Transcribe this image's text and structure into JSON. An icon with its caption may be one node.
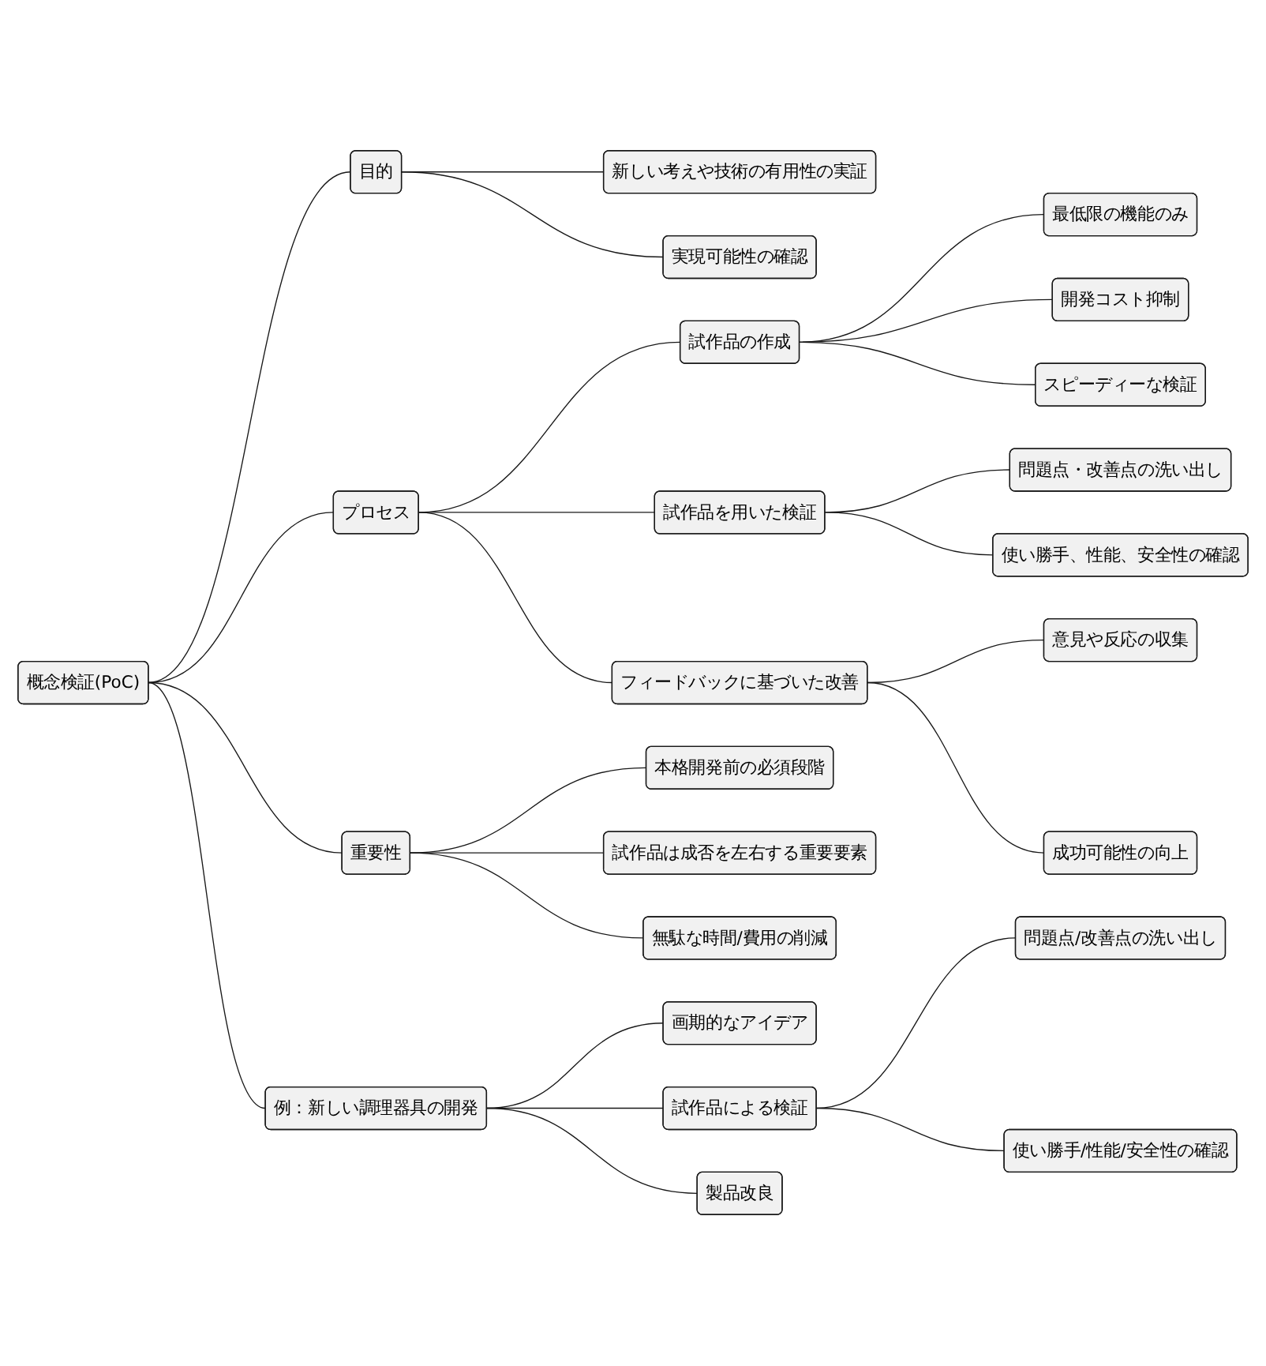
{
  "diagram": {
    "nodes": [
      {
        "text": [
          "概念検証(PoC)"
        ]
      },
      {
        "text": [
          "目的"
        ]
      },
      {
        "text": [
          "新しい考えや技術の有用性の実証"
        ]
      },
      {
        "text": [
          "実現可能性の確認"
        ]
      },
      {
        "text": [
          "プロセス"
        ]
      },
      {
        "text": [
          "試作品の作成"
        ]
      },
      {
        "text": [
          "最低限の機能のみ"
        ]
      },
      {
        "text": [
          "開発コスト抑制"
        ]
      },
      {
        "text": [
          "スピーディーな検証"
        ]
      },
      {
        "text": [
          "試作品を用いた検証"
        ]
      },
      {
        "text": [
          "問題点・改善点の洗い出し"
        ]
      },
      {
        "text": [
          "使い勝手、性能、安全性の確認"
        ]
      },
      {
        "text": [
          "フィードバックに基づいた改善"
        ]
      },
      {
        "text": [
          "意見や反応の収集"
        ]
      },
      {
        "text": [
          "成功可能性の向上"
        ]
      },
      {
        "text": [
          "重要性"
        ]
      },
      {
        "text": [
          "本格開発前の必須段階"
        ]
      },
      {
        "text": [
          "試作品は成否を左右する重要要素"
        ]
      },
      {
        "text": [
          "無駄な時間/費用の削減"
        ]
      },
      {
        "text": [
          "例：新しい調理器具の開発"
        ]
      },
      {
        "text": [
          "画期的なアイデア"
        ]
      },
      {
        "text": [
          "試作品による検証"
        ]
      },
      {
        "text": [
          "問題点/改善点の洗い出し"
        ]
      },
      {
        "text": [
          "使い勝手/性能/安全性の確認"
        ]
      },
      {
        "text": [
          "製品改良"
        ]
      }
    ],
    "edges": [
      {
        "from": 0,
        "to": 1,
        "arrow": "none"
      },
      {
        "from": 1,
        "to": 2,
        "arrow": "none"
      },
      {
        "from": 1,
        "to": 3,
        "arrow": "none"
      },
      {
        "from": 0,
        "to": 4,
        "arrow": "none"
      },
      {
        "from": 4,
        "to": 5,
        "arrow": "none"
      },
      {
        "from": 5,
        "to": 6,
        "arrow": "none"
      },
      {
        "from": 5,
        "to": 7,
        "arrow": "none"
      },
      {
        "from": 5,
        "to": 8,
        "arrow": "none"
      },
      {
        "from": 4,
        "to": 9,
        "arrow": "none"
      },
      {
        "from": 9,
        "to": 10,
        "arrow": "none"
      },
      {
        "from": 9,
        "to": 11,
        "arrow": "none"
      },
      {
        "from": 4,
        "to": 12,
        "arrow": "none"
      },
      {
        "from": 12,
        "to": 13,
        "arrow": "none"
      },
      {
        "from": 12,
        "to": 14,
        "arrow": "none"
      },
      {
        "from": 0,
        "to": 15,
        "arrow": "none"
      },
      {
        "from": 15,
        "to": 16,
        "arrow": "none"
      },
      {
        "from": 15,
        "to": 17,
        "arrow": "none"
      },
      {
        "from": 15,
        "to": 18,
        "arrow": "none"
      },
      {
        "from": 0,
        "to": 19,
        "arrow": "none"
      },
      {
        "from": 19,
        "to": 20,
        "arrow": "none"
      },
      {
        "from": 19,
        "to": 21,
        "arrow": "none"
      },
      {
        "from": 21,
        "to": 22,
        "arrow": "none"
      },
      {
        "from": 21,
        "to": 23,
        "arrow": "none"
      },
      {
        "from": 19,
        "to": 24,
        "arrow": "none"
      }
    ]
  }
}
